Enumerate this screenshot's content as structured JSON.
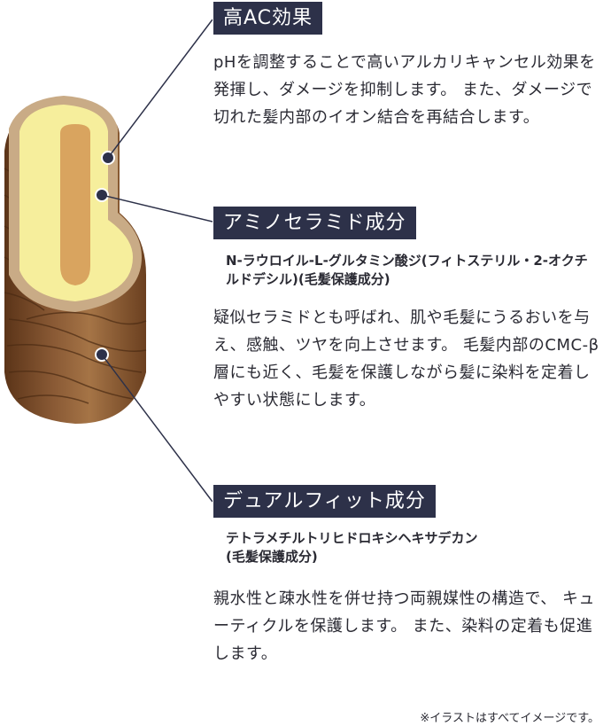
{
  "sections": [
    {
      "label": "高AC効果",
      "body": "pHを調整することで高いアルカリキャンセル効果を発揮し、ダメージを抑制します。 また、ダメージで切れた髪内部のイオン結合を再結合します。"
    },
    {
      "label": "アミノセラミド成分",
      "ingredient": "N-ラウロイル-L-グルタミン酸ジ(フィトステリル・2-オクチルドデシル)(毛髪保護成分)",
      "body": "疑似セラミドとも呼ばれ、肌や毛髪にうるおいを与え、感触、ツヤを向上させます。 毛髪内部のCMC-β層にも近く、毛髪を保護しながら髪に染料を定着しやすい状態にします。"
    },
    {
      "label": "デュアルフィット成分",
      "ingredient": "テトラメチルトリヒドロキシヘキサデカン\n(毛髪保護成分)",
      "body": "親水性と疎水性を併せ持つ両親媒性の構造で、 キューティクルを保護します。 また、染料の定着も促進します。"
    }
  ],
  "note": "※イラストはすべてイメージです。",
  "colors": {
    "label_bg": "#2d3149",
    "core": "#f6ee9c",
    "medulla": "#d9a45f",
    "cuticle": "#8a5a35"
  }
}
